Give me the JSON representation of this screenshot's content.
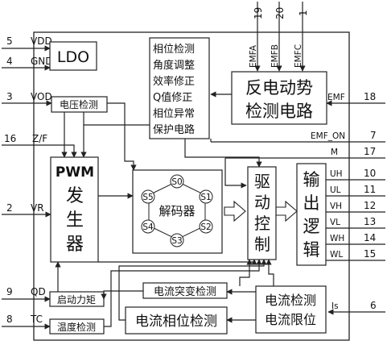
{
  "blocks": {
    "ldo": "LDO",
    "emf_detect": [
      "反电动势",
      "检测电路"
    ],
    "phase_functions": [
      "相位检测",
      "角度调整",
      "效率修正",
      "Q值修正",
      "相位异常",
      "保护电路"
    ],
    "voltage_detect": "电压检测",
    "pwm": [
      "PWM",
      "发",
      "生",
      "器"
    ],
    "decoder": "解码器",
    "decoder_states": [
      "S0",
      "S1",
      "S2",
      "S3",
      "S4",
      "S5"
    ],
    "drive": [
      "驱",
      "动",
      "控",
      "制"
    ],
    "output": [
      "输",
      "出",
      "逻",
      "辑"
    ],
    "start_torque": "启动力矩",
    "temp_detect": "温度检测",
    "current_surge": "电流突变检测",
    "current_phase": "电流相位检测",
    "current_detect": [
      "电流检测",
      "电流限位"
    ]
  },
  "pins_left": [
    {
      "num": "5",
      "name": "VDD"
    },
    {
      "num": "4",
      "name": "GND"
    },
    {
      "num": "3",
      "name": "VOD"
    },
    {
      "num": "16",
      "name": "Z/F"
    },
    {
      "num": "2",
      "name": "VR"
    },
    {
      "num": "9",
      "name": "QD"
    },
    {
      "num": "8",
      "name": "TC"
    }
  ],
  "pins_top": [
    {
      "num": "19",
      "name": "EMFA"
    },
    {
      "num": "20",
      "name": "EMFB"
    },
    {
      "num": "1",
      "name": "EMFC"
    }
  ],
  "pins_right": [
    {
      "num": "18",
      "name": "EMF"
    },
    {
      "num": "7",
      "name": "EMF_ON"
    },
    {
      "num": "17",
      "name": "M"
    },
    {
      "num": "10",
      "name": "UH"
    },
    {
      "num": "11",
      "name": "UL"
    },
    {
      "num": "12",
      "name": "VH"
    },
    {
      "num": "13",
      "name": "VL"
    },
    {
      "num": "14",
      "name": "WH"
    },
    {
      "num": "15",
      "name": "WL"
    },
    {
      "num": "6",
      "name": "Is"
    }
  ]
}
